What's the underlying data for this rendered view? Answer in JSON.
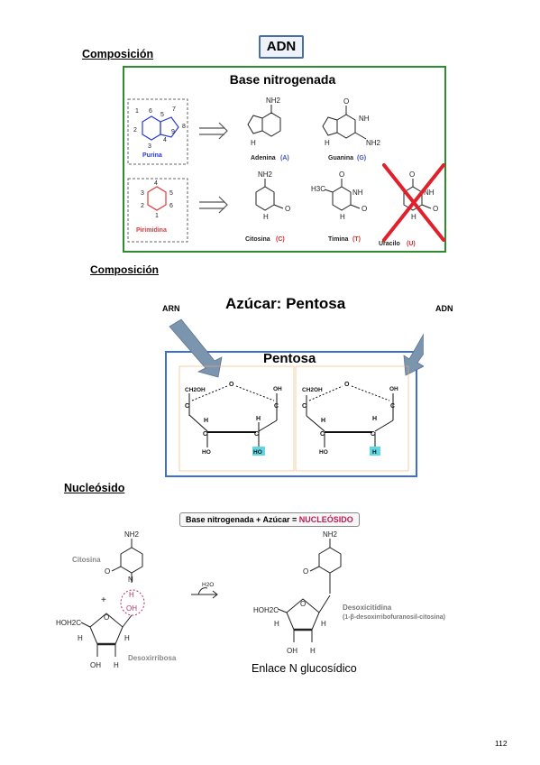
{
  "section1": {
    "heading": "Composición",
    "title_box": "ADN",
    "box_title": "Base nitrogenada",
    "purina": {
      "label": "Purina",
      "numbers": [
        "1",
        "2",
        "3",
        "4",
        "5",
        "6",
        "7",
        "8",
        "9"
      ]
    },
    "pirimidina": {
      "label": "Pirimidina",
      "numbers": [
        "1",
        "2",
        "3",
        "4",
        "5",
        "6"
      ]
    },
    "bases": [
      {
        "name": "Adenina",
        "code": "(A)"
      },
      {
        "name": "Guanina",
        "code": "(G)"
      },
      {
        "name": "Citosina",
        "code": "(C)"
      },
      {
        "name": "Timina",
        "code": "(T)"
      },
      {
        "name": "Uracilo",
        "code": "(U)"
      }
    ],
    "atoms": {
      "nh2": "NH2",
      "o": "O",
      "nh": "NH",
      "n": "N",
      "h": "H",
      "h3c": "H3C"
    }
  },
  "section2": {
    "heading": "Composición",
    "title": "Azúcar: Pentosa",
    "arn": "ARN",
    "adn": "ADN",
    "box_title": "Pentosa",
    "atoms": {
      "ch2oh": "CH2OH",
      "oh": "OH",
      "c": "C",
      "h": "H",
      "o": "O",
      "ho": "HO"
    }
  },
  "section3": {
    "heading": "Nucleósido",
    "equation_prefix": "Base nitrogenada + Azúcar = ",
    "equation_highlight": "NUCLEÓSIDO",
    "citosina": "Citosina",
    "desoxirribosa": "Desoxirribosa",
    "product_name": "Desoxicitidina",
    "product_iupac": "(1-β-desoxirribofuranosil-citosina)",
    "water": "H2O",
    "caption": "Enlace N glucosídico",
    "atoms": {
      "nh2": "NH2",
      "hoh2c": "HOH2C",
      "oh": "OH",
      "h": "H",
      "n": "N",
      "o": "O",
      "plus": "+"
    }
  },
  "page_number": "112"
}
